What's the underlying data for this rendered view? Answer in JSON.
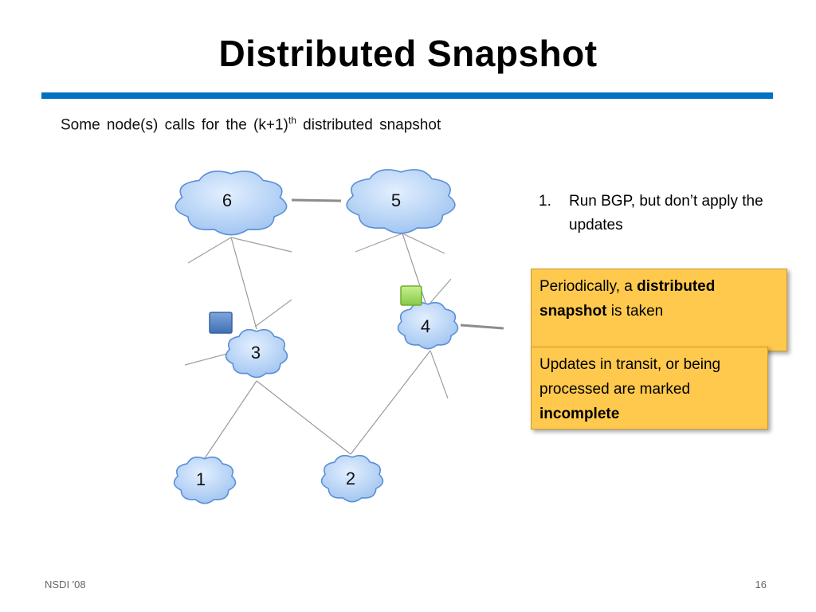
{
  "slide": {
    "title": "Distributed Snapshot",
    "subtitle_before": "Some node(s) calls for the (k+1)",
    "subtitle_sup": "th",
    "subtitle_after": " distributed snapshot"
  },
  "diagram": {
    "nodes": [
      {
        "id": "6",
        "label": "6"
      },
      {
        "id": "5",
        "label": "5"
      },
      {
        "id": "4",
        "label": "4"
      },
      {
        "id": "3",
        "label": "3"
      },
      {
        "id": "1",
        "label": "1"
      },
      {
        "id": "2",
        "label": "2"
      }
    ],
    "links": [
      [
        "6",
        "5"
      ],
      [
        "6",
        "3"
      ],
      [
        "5",
        "4"
      ],
      [
        "3",
        "1"
      ],
      [
        "3",
        "2"
      ],
      [
        "4",
        "2"
      ]
    ],
    "markers": [
      {
        "near": "3",
        "color": "#4f81bd"
      },
      {
        "near": "4",
        "color": "#9bd65c"
      }
    ],
    "colors": {
      "cloud_fill": "#b9d6f7",
      "cloud_stroke": "#5b8fd6",
      "link": "#9a9a9a"
    }
  },
  "steps": [
    {
      "num": "1.",
      "text": "Run BGP, but don’t apply the updates"
    }
  ],
  "callouts": {
    "snapshot": {
      "text1": "Periodically, a ",
      "bold": "distributed snapshot",
      "text2": " is taken"
    },
    "incomplete": {
      "text1": "Updates in transit, or being processed are marked ",
      "bold": "incomplete",
      "text2": ""
    }
  },
  "footer": {
    "left": "NSDI '08",
    "right": "16"
  },
  "accent_color": "#0070c0",
  "callout_color": "#ffc94d"
}
